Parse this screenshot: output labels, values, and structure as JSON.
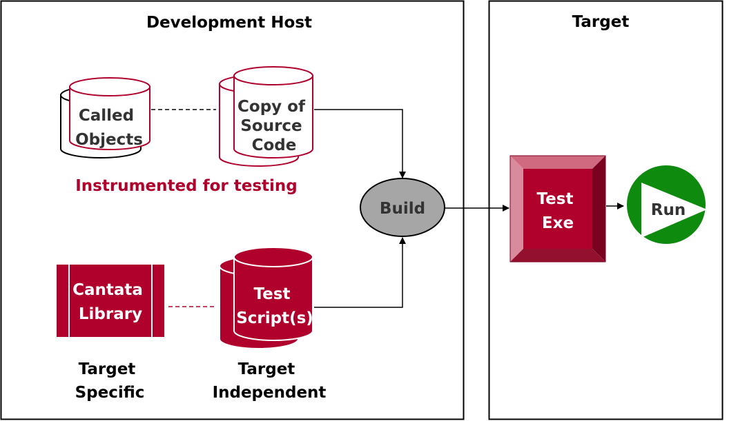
{
  "panels": {
    "host_title": "Development Host",
    "target_title": "Target"
  },
  "host": {
    "called_objects": [
      "Called",
      "Objects"
    ],
    "copy_source": [
      "Copy of",
      "Source",
      "Code"
    ],
    "instrumented_caption": "Instrumented for testing",
    "build": "Build",
    "cantata_library": [
      "Cantata",
      "Library"
    ],
    "test_scripts": [
      "Test",
      "Script(s)"
    ],
    "target_specific": [
      "Target",
      "Specific"
    ],
    "target_independent": [
      "Target",
      "Independent"
    ]
  },
  "target": {
    "test_exe": [
      "Test",
      "Exe"
    ],
    "run": "Run"
  },
  "colors": {
    "crimson": "#b0002c",
    "crimson_light": "#cf6a80",
    "crimson_dark": "#7a0020",
    "build_fill": "#a6a6a6",
    "run_fill": "#0e8a0e",
    "text_dark": "#333333",
    "line": "#000000"
  },
  "icons": {
    "build": "ellipse-node",
    "run": "play-triangle-icon",
    "test_exe": "bevel-box",
    "databases": "cylinder-icon"
  }
}
